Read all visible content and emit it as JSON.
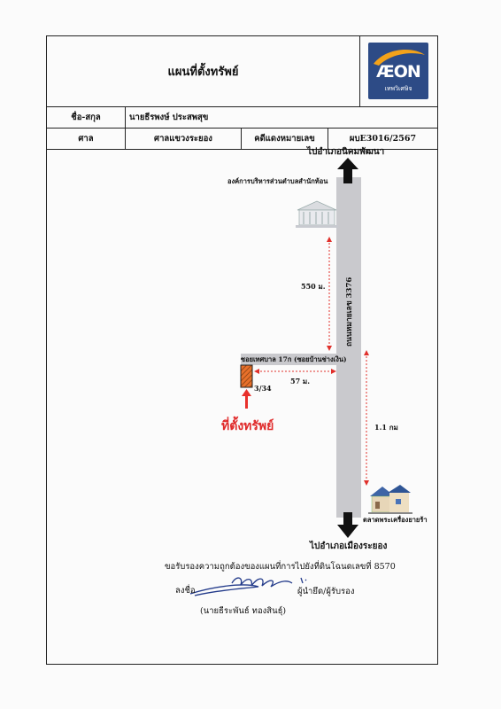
{
  "header": {
    "title": "แผนที่ตั้งทรัพย์",
    "logo_text": "ÆON",
    "logo_sub": "เทพวิเศษิจ"
  },
  "info": {
    "name_label": "ชื่อ-สกุล",
    "name_value": "นายธีรพงษ์ ประสพสุข",
    "court_label": "ศาล",
    "court_value": "ศาลแขวงระยอง",
    "case_label": "คดีแดงหมายเลข",
    "case_value": "ผบE3016/2567"
  },
  "map": {
    "north_dest": "ไปอำเภอนิคมพัฒนา",
    "south_dest": "ไปอำเภอเมืองระยอง",
    "road_label": "ถนนหมายเลข 3376",
    "admin_office": "องค์การบริหารส่วนตำบลสำนักท้อน",
    "dist_550": "550 ม.",
    "soi_label": "ซอยเทศบาล 17ก (ซอยบ้านช่างเงิน)",
    "dist_57": "57 ม.",
    "house_no": "3/34",
    "property_label": "ที่ตั้งทรัพย์",
    "dist_1_1": "1.1 กม",
    "market_label": "ตลาดพระเครื่องยายร้า"
  },
  "footer": {
    "certify": "ขอรับรองความถูกต้องของแผนที่การไปยังที่ดินโฉนดเลขที่ 8570",
    "sign_label": "ลงชื่อ",
    "role": "ผู้นำยึด/ผู้รับรอง",
    "signer": "(นายธีระพันธ์ ทองสินธุ์)"
  },
  "colors": {
    "road": "#c9c9cd",
    "arrow": "#111111",
    "dashed": "#e0302b",
    "property": "#e8702a",
    "logo_bg": "#2d4b86"
  }
}
